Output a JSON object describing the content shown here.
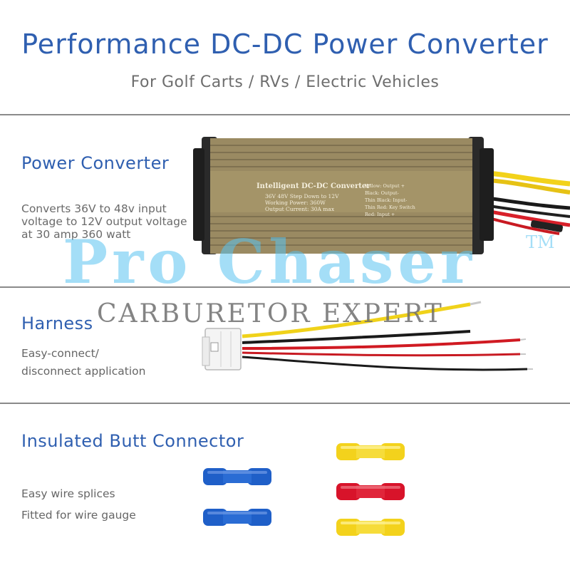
{
  "header": {
    "title": "Performance DC-DC Power Converter",
    "subtitle": "For Golf Carts / RVs / Electric Vehicles"
  },
  "sections": [
    {
      "title": "Power Converter",
      "description_lines": [
        "Converts 36V to 48v input",
        "voltage to 12V output voltage",
        "at 30 amp 360 watt"
      ]
    },
    {
      "title": "Harness",
      "description_lines": [
        "Easy-connect/",
        "disconnect application"
      ]
    },
    {
      "title": "Insulated Butt Connector",
      "description_lines": [
        "Easy wire splices",
        "Fitted for wire gauge"
      ]
    }
  ],
  "converter_label": {
    "heading": "Intelligent DC-DC Converter",
    "specs": [
      "36V 48V Step Down to 12V",
      "Working Power: 360W",
      "Output Current: 30A max"
    ],
    "wires": [
      "Yellow: Output +",
      "Black: Output-",
      "Thin Black: Input-",
      "Thin Red: Key Switch",
      "Red: Input +"
    ]
  },
  "watermark": {
    "brand": "Pro Chaser",
    "tm": "TM",
    "tagline": "CARBURETOR EXPERT"
  },
  "colors": {
    "title_blue": "#2f5fb0",
    "watermark_blue": "#5ac3f0",
    "housing_gold": "#9a8a62",
    "connector_blue": "#1f5fc8",
    "connector_yellow": "#f3d21c",
    "connector_red": "#d8132a"
  }
}
